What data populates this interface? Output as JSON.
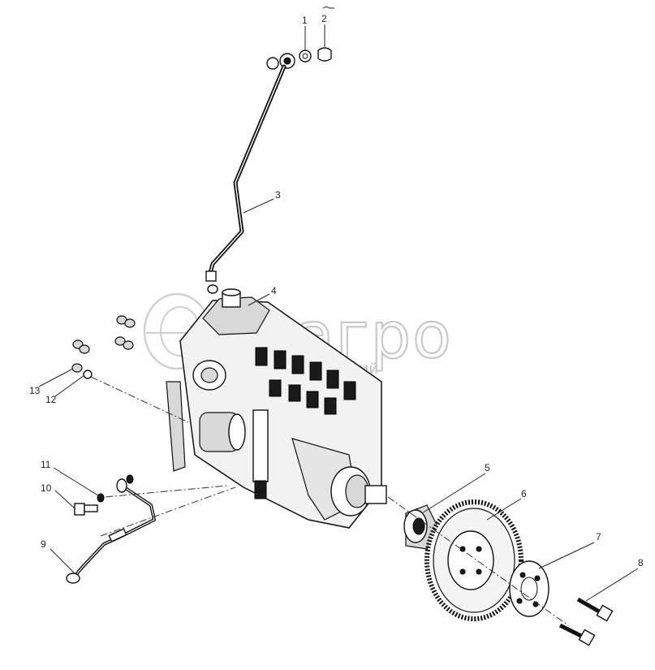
{
  "diagram": {
    "watermark": {
      "brand": "елагро",
      "subtitle": "ГРУППА КОМПАНИЙ"
    },
    "callouts": [
      {
        "label": "1"
      },
      {
        "label": "2"
      },
      {
        "label": "3"
      },
      {
        "label": "4"
      },
      {
        "label": "5"
      },
      {
        "label": "6"
      },
      {
        "label": "7"
      },
      {
        "label": "8"
      },
      {
        "label": "9"
      },
      {
        "label": "10"
      },
      {
        "label": "11"
      },
      {
        "label": "12"
      },
      {
        "label": "13"
      }
    ]
  }
}
